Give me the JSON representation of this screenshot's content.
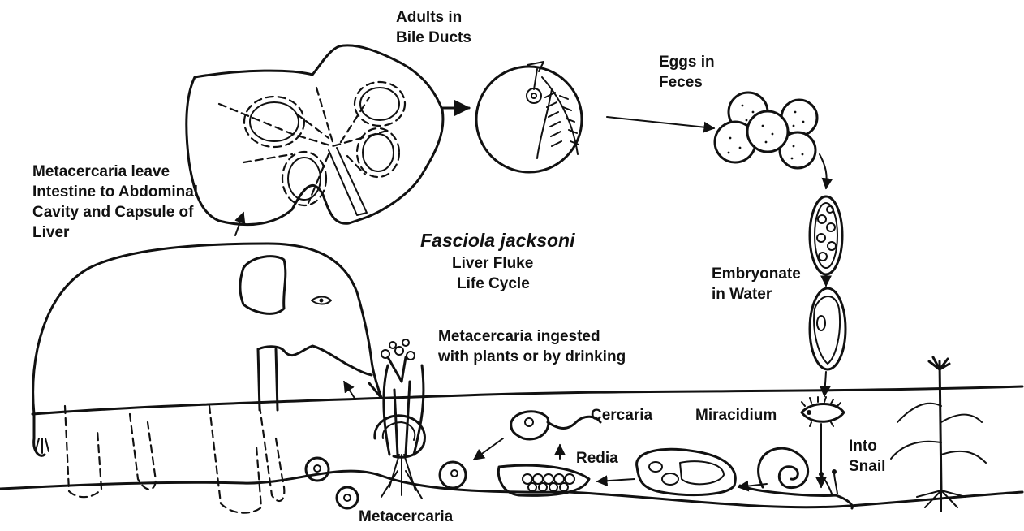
{
  "title": {
    "species": "Fasciola jacksoni",
    "line1": "Liver Fluke",
    "line2": "Life Cycle"
  },
  "labels": {
    "adults_line1": "Adults in",
    "adults_line2": "Bile Ducts",
    "eggs_line1": "Eggs in",
    "eggs_line2": "Feces",
    "embryonate_line1": "Embryonate",
    "embryonate_line2": "in Water",
    "miracidium": "Miracidium",
    "into_snail_line1": "Into",
    "into_snail_line2": "Snail",
    "redia": "Redia",
    "cercaria": "Cercaria",
    "metacercaria": "Metacercaria",
    "ingested_line1": "Metacercaria ingested",
    "ingested_line2": "with plants or by drinking",
    "leave_line1": "Metacercaria leave",
    "leave_line2": "Intestine to Abdominal",
    "leave_line3": "Cavity and Capsule of",
    "leave_line4": "Liver"
  },
  "icons": {
    "liver": "liver-icon",
    "adult_fluke": "adult-fluke-icon",
    "eggs": "egg-cluster-icon",
    "elephant": "elephant-icon",
    "snail": "snail-icon",
    "plant": "plant-icon"
  },
  "colors": {
    "ink": "#111111",
    "background": "#ffffff"
  }
}
